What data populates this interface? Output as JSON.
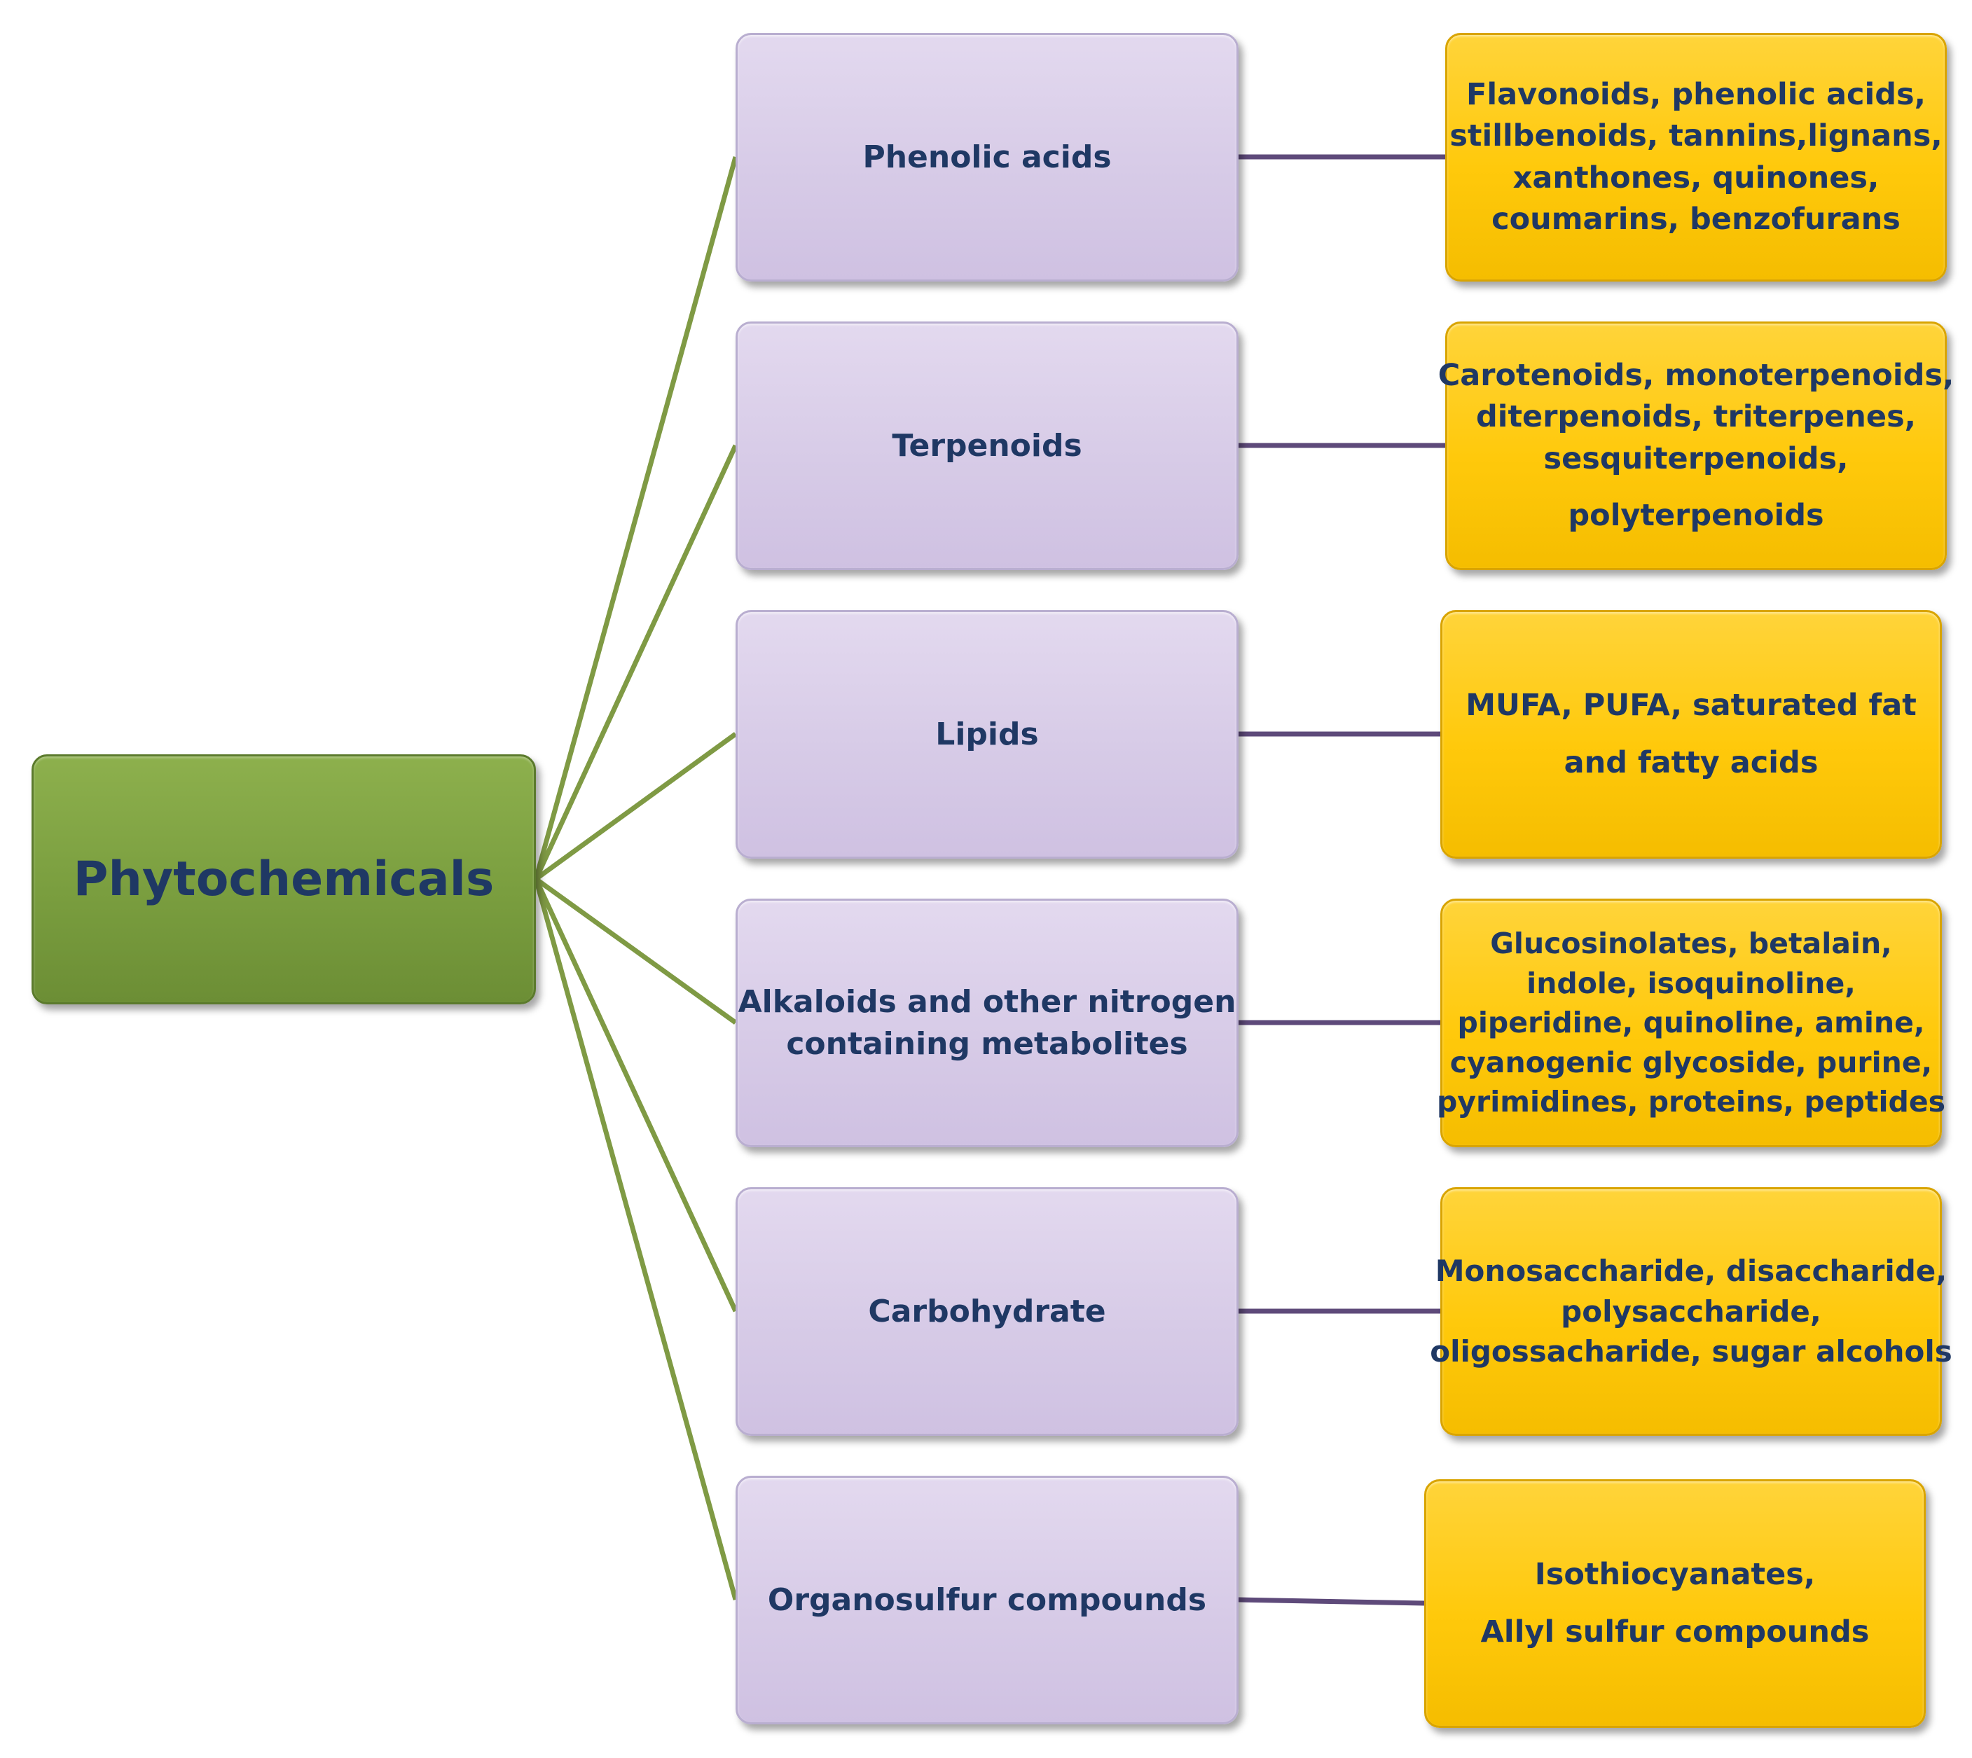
{
  "root": {
    "label": "Phytochemicals"
  },
  "categories": [
    {
      "label": [
        "Phenolic acids"
      ],
      "items": [
        [
          "Flavonoids, phenolic acids,",
          "stillbenoids, tannins,lignans,",
          "xanthones, quinones,",
          "coumarins, benzofurans"
        ]
      ]
    },
    {
      "label": [
        "Terpenoids"
      ],
      "items": [
        [
          "Carotenoids, monoterpenoids,",
          "diterpenoids, triterpenes,",
          "sesquiterpenoids,"
        ],
        [
          "polyterpenoids"
        ]
      ]
    },
    {
      "label": [
        "Lipids"
      ],
      "items": [
        [
          "MUFA, PUFA, saturated fat"
        ],
        [
          "and fatty acids"
        ]
      ]
    },
    {
      "label": [
        "Alkaloids and other nitrogen",
        "containing metabolites"
      ],
      "items": [
        [
          "Glucosinolates, betalain,",
          "indole, isoquinoline,",
          "piperidine, quinoline, amine,",
          "cyanogenic glycoside, purine,",
          "pyrimidines, proteins, peptides"
        ]
      ]
    },
    {
      "label": [
        "Carbohydrate"
      ],
      "items": [
        [
          "Monosaccharide, disaccharide,",
          "polysaccharide,",
          "oligossacharide, sugar alcohols"
        ]
      ]
    },
    {
      "label": [
        "Organosulfur compounds"
      ],
      "items": [
        [
          "Isothiocyanates,"
        ],
        [
          "Allyl sulfur compounds"
        ]
      ]
    }
  ],
  "colors": {
    "root_fill": "#7a9e3f",
    "category_fill": "#d7cbe7",
    "leaf_fill": "#ffc90b",
    "text": "#1f3864",
    "branch_line": "#7f9a44",
    "leaf_line": "#5e4a7a"
  }
}
